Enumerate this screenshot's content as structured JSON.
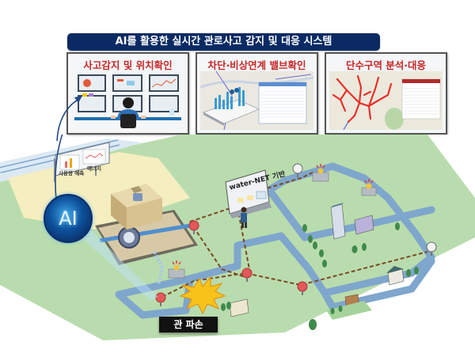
{
  "banner": {
    "title": "AI를 활용한 실시간 관로사고 감지 및 대응 시스템",
    "bg_color": "#0b2a63"
  },
  "panels": [
    {
      "title": "사고감지 및 위치확인",
      "illustration": "operator-monitoring-screens"
    },
    {
      "title": "차단·비상연계 밸브확인",
      "illustration": "tablet-3d-map-with-valve-table"
    },
    {
      "title": "단수구역 분석·대응",
      "illustration": "red-pipe-network-map-with-table"
    }
  ],
  "scene": {
    "ai_badge": "AI",
    "billboard": [
      "사용량 예측",
      "에너지"
    ],
    "control_sign": "water-NET 기반",
    "incident_label": "관 파손",
    "colors": {
      "ground": "#b9dcae",
      "pipe": "#dbe9f6",
      "pipe_edge": "#7fa6cc",
      "dashed_line": "#7a4a22",
      "gauge_red": "#e2595a",
      "alert": "#e53935",
      "burst": "#f7c21a"
    }
  }
}
